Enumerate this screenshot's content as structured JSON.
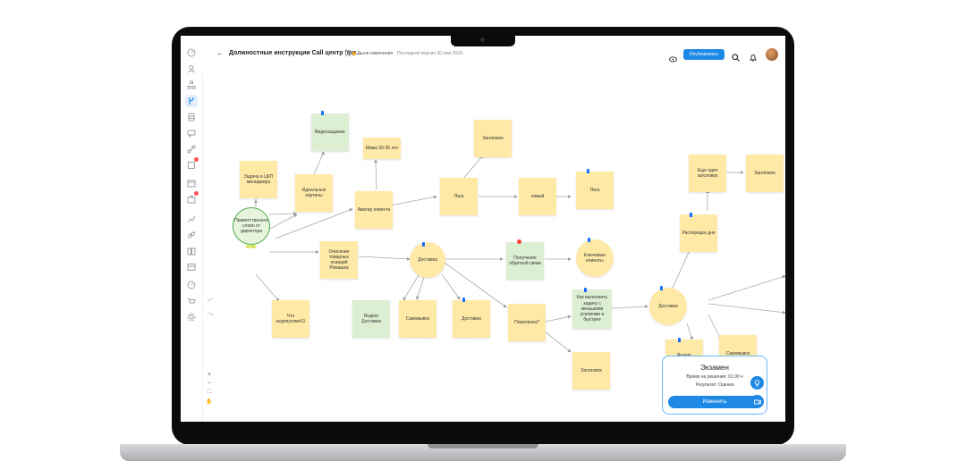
{
  "header": {
    "title": "Должностные инструкции Call центр (фр...",
    "status": "Были изменения",
    "version": "Последняя версия 30 мая 2024",
    "publish_label": "Опубликовать"
  },
  "sidebar": {
    "icons": [
      "dashboard-icon",
      "user-icon",
      "org-structure-icon",
      "branch-icon",
      "database-icon",
      "chat-icon",
      "link-icon",
      "tasks-icon",
      "calendar-icon",
      "briefcase-icon",
      "chart-icon",
      "chain-icon",
      "book-icon",
      "layout-icon",
      "speed-icon",
      "cart-icon",
      "gear-icon"
    ]
  },
  "canvas": {
    "nodes": {
      "root": "Приветственное слово от директора",
      "root_badge": "1 / 10",
      "zadacha": "Задача и ЦКП менеджера",
      "idealnye": "Идеальные картины",
      "videozadanie": "Видеозадание",
      "mama": "Мама 30-35 лет",
      "avatar": "Аватар клиента",
      "zagolovok1": "Заголовок",
      "paga1": "Пага",
      "novyi": "новый",
      "paga2": "Пага",
      "opisanie": "Описание товарных позиций Ромашка",
      "dostavka1": "Доставка",
      "poluchenie": "Получение обратной связи",
      "klyuchevye": "Ключевые клиенты",
      "chto": "Что недопуспмо11",
      "yandex1": "Яндекс Доставка",
      "samovyvoz1": "Самовывоз",
      "dostavka2": "Доставка",
      "perepiska": "Переписка?",
      "kak": "Как выполнить задачу с меньшими усилиями и быстрее",
      "zagolovok2": "Заголовок",
      "dostavka3": "Доставка",
      "yandex2": "Яндекс Доставка",
      "samovyvoz2": "Самовывоз",
      "raspisanie": "Распорядок дня",
      "eshe": "Еще один заголовок",
      "zagolovok3": "Заголовок"
    }
  },
  "zoom": {
    "plus": "+",
    "minus": "−",
    "fit": "⛶",
    "hand": "✋"
  },
  "exam": {
    "title": "Экзамен",
    "time": "Время на решение: 01:00 ч",
    "result": "Результат: Оценка",
    "button": "Изменить"
  },
  "colors": {
    "accent": "#1e88e5",
    "sticky_yellow": "#ffe9a6",
    "sticky_green": "#dcefd3"
  }
}
